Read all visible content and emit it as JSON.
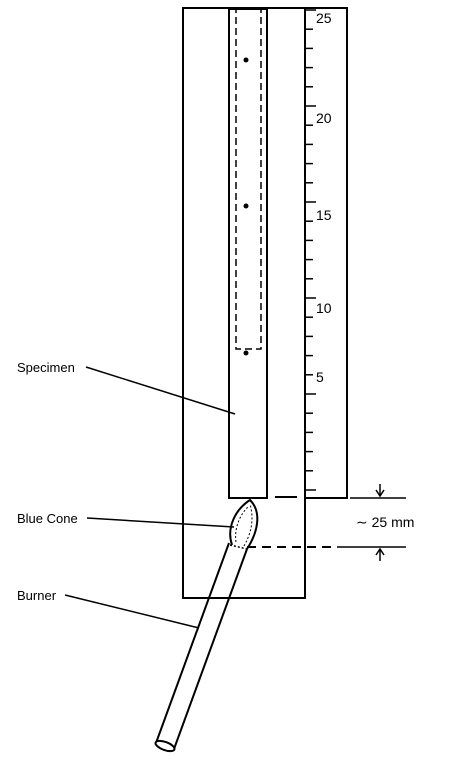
{
  "labels": {
    "specimen": "Specimen",
    "blue_cone": "Blue Cone",
    "burner": "Burner"
  },
  "scale": {
    "ticks": [
      "5",
      "10",
      "15",
      "20",
      "25"
    ]
  },
  "dimension": {
    "gap": "∼ 25 mm"
  }
}
